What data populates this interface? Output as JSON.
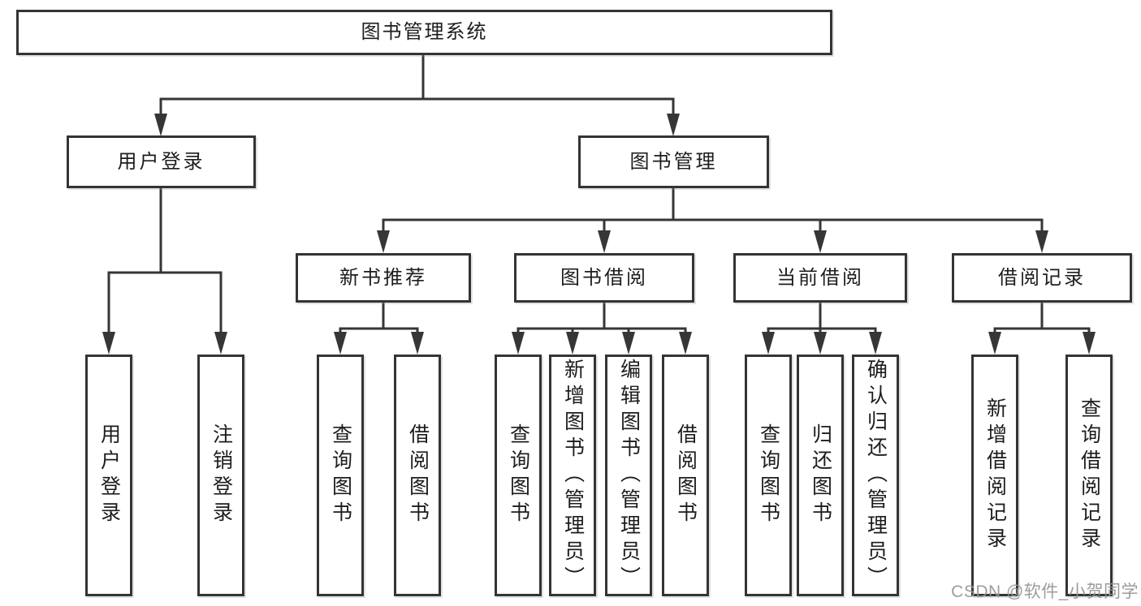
{
  "diagram": {
    "title_node": {
      "label": "图书管理系统"
    },
    "level1": [
      {
        "label": "用户登录"
      },
      {
        "label": "图书管理"
      }
    ],
    "level2": [
      {
        "label": "新书推荐"
      },
      {
        "label": "图书借阅"
      },
      {
        "label": "当前借阅"
      },
      {
        "label": "借阅记录"
      }
    ],
    "leaves": [
      {
        "label": "用户登录"
      },
      {
        "label": "注销登录"
      },
      {
        "label": "查询图书"
      },
      {
        "label": "借阅图书"
      },
      {
        "label": "查询图书"
      },
      {
        "label": "新增图书（管理员）"
      },
      {
        "label": "编辑图书（管理员）"
      },
      {
        "label": "借阅图书"
      },
      {
        "label": "查询图书"
      },
      {
        "label": "归还图书"
      },
      {
        "label": "确认归还（管理员）"
      },
      {
        "label": "新增借阅记录"
      },
      {
        "label": "查询借阅记录"
      }
    ],
    "colors": {
      "line": "#363636",
      "box_border": "#343434",
      "text": "#1d1d1d",
      "background": "#ffffff",
      "watermark": "#949494"
    }
  },
  "watermark": {
    "text": "CSDN @软件_小贺同学"
  }
}
